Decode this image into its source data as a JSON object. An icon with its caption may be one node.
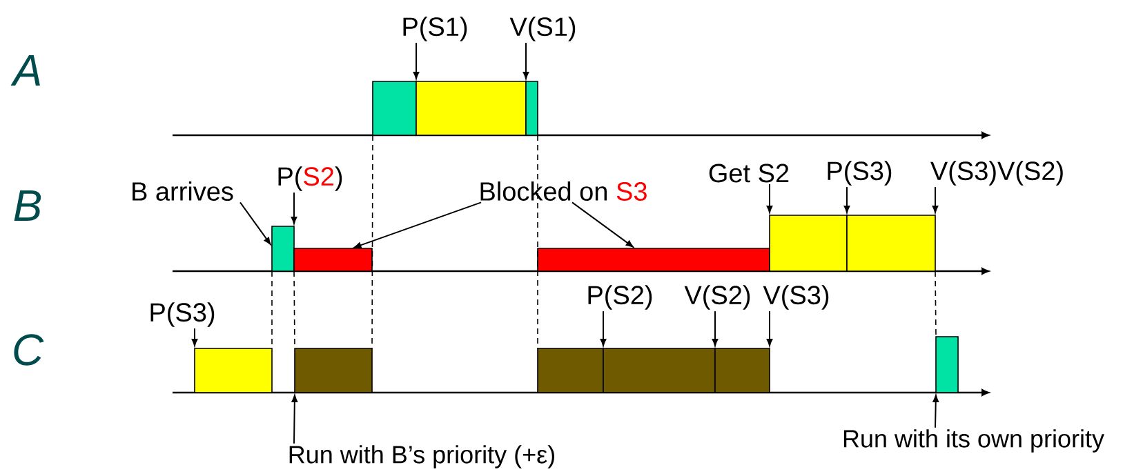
{
  "diagram": {
    "nodes": [
      {
        "text": [
          "P(S1)"
        ]
      },
      {
        "text": [
          "V(S1)"
        ]
      },
      {
        "text": [],
        "shape": "bar"
      },
      {
        "text": [],
        "shape": "bar"
      },
      {
        "text": [],
        "shape": "bar"
      },
      {
        "text": [
          "B arrives"
        ]
      },
      {
        "text": [
          "P(",
          "S2",
          ")"
        ]
      },
      {
        "text": [
          "Blocked on",
          "S3"
        ]
      },
      {
        "text": [
          "Get S2"
        ]
      },
      {
        "text": [
          "P(S3)"
        ]
      },
      {
        "text": [
          "V(S3)V(S2)"
        ]
      },
      {
        "text": [],
        "shape": "bar"
      },
      {
        "text": [],
        "shape": "bar"
      },
      {
        "text": [],
        "shape": "bar"
      },
      {
        "text": [],
        "shape": "bar"
      },
      {
        "text": [],
        "shape": "bar"
      },
      {
        "text": [
          "P(S3)"
        ]
      },
      {
        "text": [
          "P(S2)"
        ]
      },
      {
        "text": [
          "V(S2)"
        ]
      },
      {
        "text": [
          "V(S3)"
        ]
      },
      {
        "text": [],
        "shape": "bar"
      },
      {
        "text": [],
        "shape": "bar"
      },
      {
        "text": [],
        "shape": "bar"
      },
      {
        "text": [],
        "shape": "bar"
      },
      {
        "text": [],
        "shape": "bar"
      },
      {
        "text": [],
        "shape": "bar"
      },
      {
        "text": [
          "Run with B’s priority (+ε)"
        ]
      },
      {
        "text": [
          "Run with its own priority"
        ]
      }
    ],
    "edges": [
      {
        "from": 0,
        "to": 3,
        "arrow": "to"
      },
      {
        "from": 1,
        "to": 4,
        "arrow": "to"
      },
      {
        "from": 5,
        "to": 11,
        "arrow": "to"
      },
      {
        "from": 6,
        "to": 11,
        "arrow": "to"
      },
      {
        "from": 7,
        "to": 12,
        "arrow": "to"
      },
      {
        "from": 7,
        "to": 13,
        "arrow": "to"
      },
      {
        "from": 8,
        "to": 14,
        "arrow": "to"
      },
      {
        "from": 9,
        "to": 15,
        "arrow": "to"
      },
      {
        "from": 10,
        "to": 15,
        "arrow": "to"
      },
      {
        "from": 16,
        "to": 20,
        "arrow": "to"
      },
      {
        "from": 17,
        "to": 23,
        "arrow": "to"
      },
      {
        "from": 18,
        "to": 24,
        "arrow": "to"
      },
      {
        "from": 19,
        "to": 24,
        "arrow": "to"
      },
      {
        "from": 26,
        "to": 21,
        "arrow": "to"
      },
      {
        "from": 27,
        "to": 25,
        "arrow": "to"
      },
      {
        "from": 11,
        "to": 20,
        "arrow": "none",
        "style": "dashed"
      },
      {
        "from": 11,
        "to": 21,
        "arrow": "none",
        "style": "dashed"
      },
      {
        "from": 2,
        "to": 21,
        "arrow": "none",
        "style": "dashed"
      },
      {
        "from": 4,
        "to": 22,
        "arrow": "none",
        "style": "dashed"
      },
      {
        "from": 15,
        "to": 25,
        "arrow": "none",
        "style": "dashed"
      }
    ],
    "labels": [
      "A",
      "B",
      "C"
    ]
  }
}
